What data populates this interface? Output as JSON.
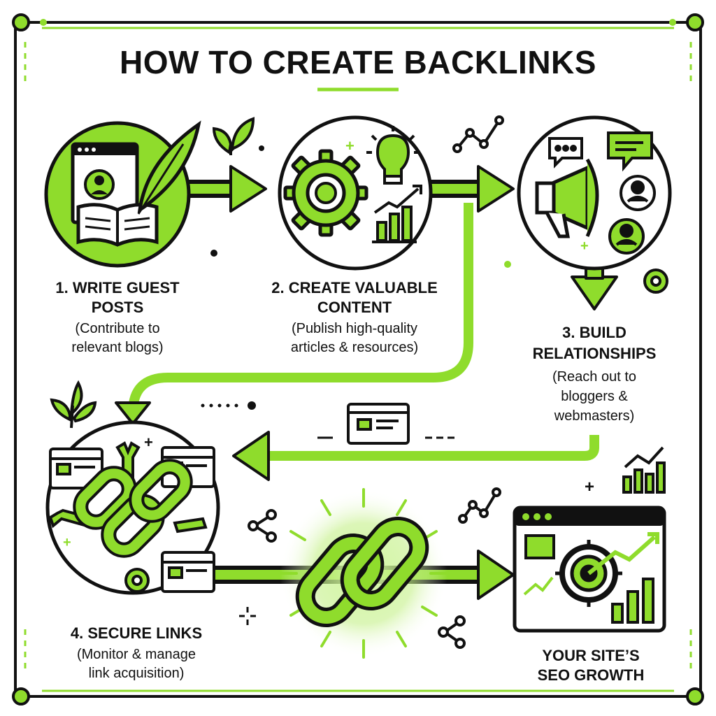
{
  "title": "HOW TO CREATE BACKLINKS",
  "colors": {
    "accent": "#8fdc2c",
    "ink": "#111111",
    "background": "#ffffff"
  },
  "steps": [
    {
      "title_line1": "1. WRITE GUEST",
      "title_line2": "POSTS",
      "desc_line1": "(Contribute to",
      "desc_line2": "relevant blogs)",
      "icon": "guest-post-icon"
    },
    {
      "title_line1": "2. CREATE VALUABLE",
      "title_line2": "CONTENT",
      "desc_line1": "(Publish high-quality",
      "desc_line2": "articles & resources)",
      "icon": "content-gear-icon"
    },
    {
      "title_line1": "3. BUILD",
      "title_line2": "RELATIONSHIPS",
      "desc_line1": "(Reach out to",
      "desc_line2": "bloggers &",
      "desc_line3": "webmasters)",
      "icon": "megaphone-icon"
    },
    {
      "title_line1": "4. SECURE LINKS",
      "desc_line1": "(Monitor & manage",
      "desc_line2": "link acquisition)",
      "icon": "chain-link-icon"
    }
  ],
  "result": {
    "line1": "YOUR SITE’S",
    "line2": "SEO GROWTH",
    "icon": "seo-growth-icon"
  }
}
